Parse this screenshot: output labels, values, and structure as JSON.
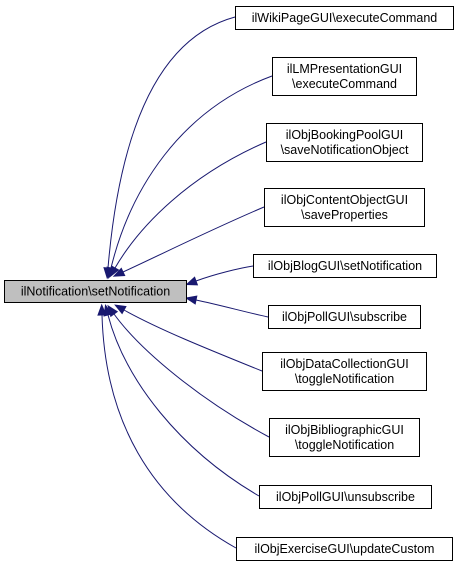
{
  "diagram": {
    "focus": {
      "label": "ilNotification\\setNotification"
    },
    "callers": [
      {
        "lines": [
          "ilWikiPageGUI\\executeCommand"
        ]
      },
      {
        "lines": [
          "ilLMPresentationGUI",
          "\\executeCommand"
        ]
      },
      {
        "lines": [
          "ilObjBookingPoolGUI",
          "\\saveNotificationObject"
        ]
      },
      {
        "lines": [
          "ilObjContentObjectGUI",
          "\\saveProperties"
        ]
      },
      {
        "lines": [
          "ilObjBlogGUI\\setNotification"
        ]
      },
      {
        "lines": [
          "ilObjPollGUI\\subscribe"
        ]
      },
      {
        "lines": [
          "ilObjDataCollectionGUI",
          "\\toggleNotification"
        ]
      },
      {
        "lines": [
          "ilObjBibliographicGUI",
          "\\toggleNotification"
        ]
      },
      {
        "lines": [
          "ilObjPollGUI\\unsubscribe"
        ]
      },
      {
        "lines": [
          "ilObjExerciseGUI\\updateCustom"
        ]
      }
    ],
    "colors": {
      "edge": "#191970",
      "focus_fill": "#bfbfbf",
      "node_fill": "#ffffff",
      "node_border": "#000000"
    }
  }
}
